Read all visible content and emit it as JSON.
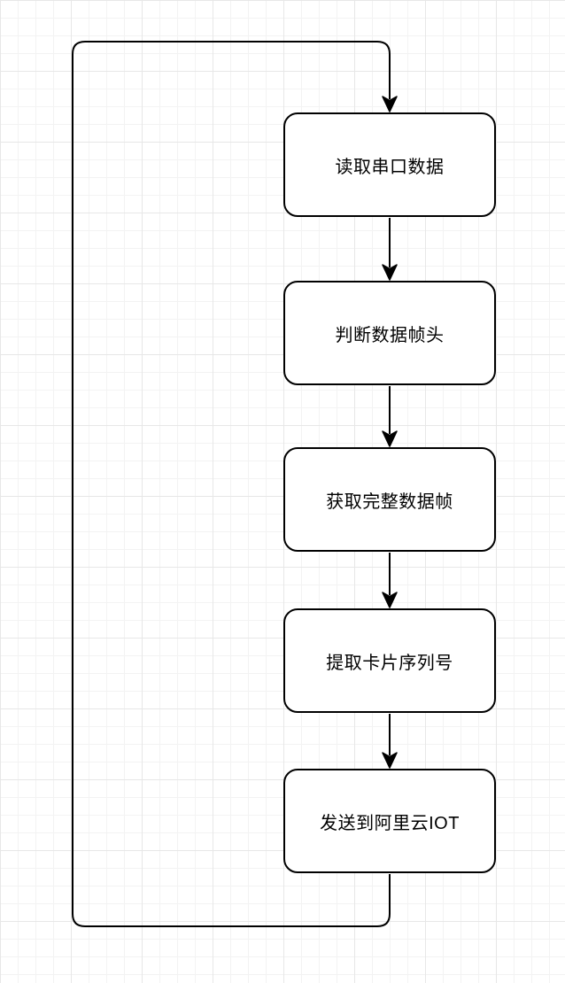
{
  "diagram": {
    "type": "flowchart",
    "nodes": [
      {
        "id": "read-serial-data",
        "label": "读取串口数据"
      },
      {
        "id": "check-frame-header",
        "label": "判断数据帧头"
      },
      {
        "id": "get-complete-frame",
        "label": "获取完整数据帧"
      },
      {
        "id": "extract-card-serial",
        "label": "提取卡片序列号"
      },
      {
        "id": "send-to-aliyun-iot",
        "label": "发送到阿里云IOT"
      }
    ],
    "edges": [
      {
        "from": "read-serial-data",
        "to": "check-frame-header",
        "style": "arrow-down"
      },
      {
        "from": "check-frame-header",
        "to": "get-complete-frame",
        "style": "arrow-down"
      },
      {
        "from": "get-complete-frame",
        "to": "extract-card-serial",
        "style": "arrow-down"
      },
      {
        "from": "extract-card-serial",
        "to": "send-to-aliyun-iot",
        "style": "arrow-down"
      },
      {
        "from": "send-to-aliyun-iot",
        "to": "read-serial-data",
        "style": "loop-back-left"
      }
    ],
    "colors": {
      "node_fill": "#ffffff",
      "stroke": "#000000",
      "background": "#ffffff",
      "grid_minor": "#f3f3f3",
      "grid_major": "#e7e7e7"
    }
  }
}
